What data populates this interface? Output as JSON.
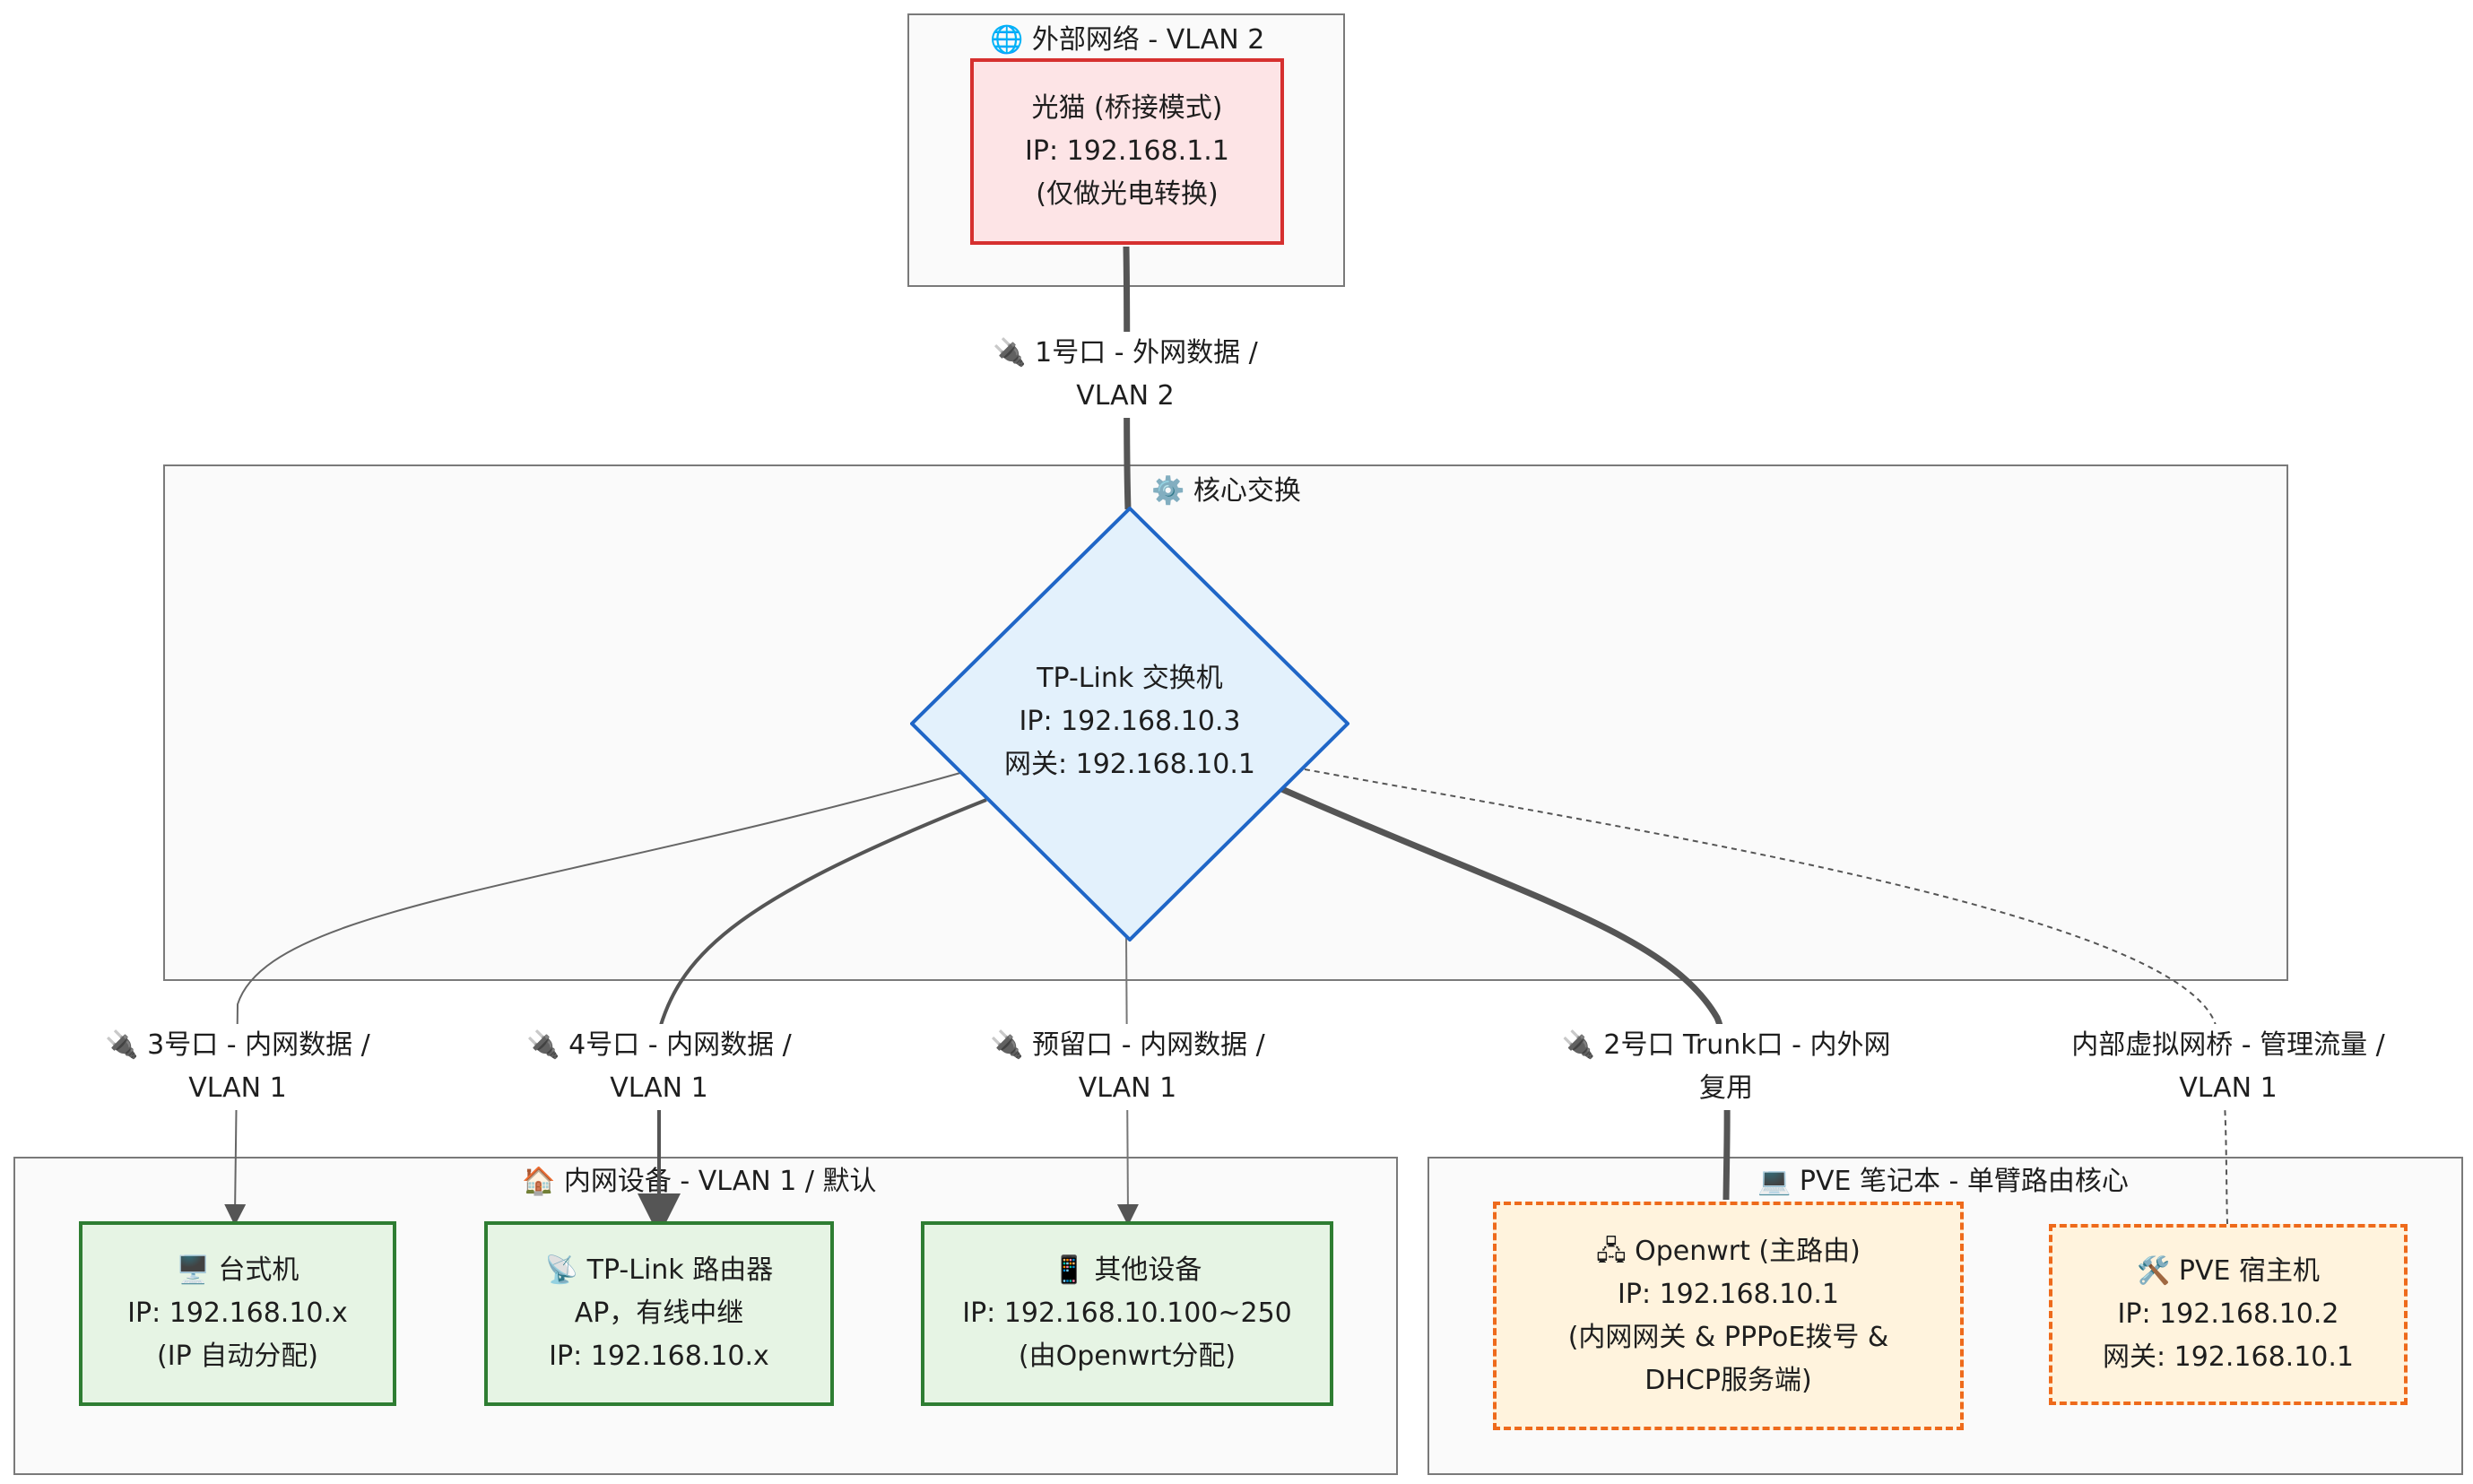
{
  "groups": {
    "external": {
      "title": "🌐 外部网络 - VLAN 2"
    },
    "core": {
      "title": "⚙️ 核心交换"
    },
    "lan": {
      "title": "🏠 内网设备 - VLAN 1 / 默认"
    },
    "pve": {
      "title": "💻 PVE 笔记本 - 单臂路由核心"
    }
  },
  "nodes": {
    "modem": {
      "lines": [
        "光猫 (桥接模式)",
        "IP: 192.168.1.1",
        "(仅做光电转换)"
      ]
    },
    "switch": {
      "lines": [
        "TP-Link 交换机",
        "IP: 192.168.10.3",
        "网关: 192.168.10.1"
      ]
    },
    "desktop": {
      "lines": [
        "🖥️ 台式机",
        "IP: 192.168.10.x",
        "(IP 自动分配)"
      ]
    },
    "router": {
      "lines": [
        "📡 TP-Link 路由器",
        "AP，有线中继",
        "IP: 192.168.10.x"
      ]
    },
    "others": {
      "lines": [
        "📱 其他设备",
        "IP: 192.168.10.100~250",
        "(由Openwrt分配)"
      ]
    },
    "openwrt": {
      "lines": [
        "🖧 Openwrt (主路由)",
        "IP: 192.168.10.1",
        "(内网网关 & PPPoE拨号 &",
        "DHCP服务端)"
      ]
    },
    "pvehost": {
      "lines": [
        "🛠️ PVE 宿主机",
        "IP: 192.168.10.2",
        "网关: 192.168.10.1"
      ]
    }
  },
  "edges": {
    "port1": {
      "lines": [
        "🔌 1号口 - 外网数据 /",
        "VLAN 2"
      ]
    },
    "port3": {
      "lines": [
        "🔌 3号口 - 内网数据 /",
        "VLAN 1"
      ]
    },
    "port4": {
      "lines": [
        "🔌 4号口 - 内网数据 /",
        "VLAN 1"
      ]
    },
    "reserved": {
      "lines": [
        "🔌 预留口 - 内网数据 /",
        "VLAN 1"
      ]
    },
    "port2": {
      "lines": [
        "🔌 2号口 Trunk口 - 内外网",
        "复用"
      ]
    },
    "bridge": {
      "lines": [
        "内部虚拟网桥 - 管理流量 /",
        "VLAN 1"
      ]
    }
  },
  "colors": {
    "modem_border": "#d6302f",
    "modem_fill": "#fde4e6",
    "switch_border": "#1f66c7",
    "switch_fill": "#e3f1fc",
    "lan_border": "#2e7d32",
    "lan_fill": "#e6f4e4",
    "pve_border": "#ee6a1b",
    "pve_fill": "#fff3dd",
    "edge": "#555555"
  }
}
